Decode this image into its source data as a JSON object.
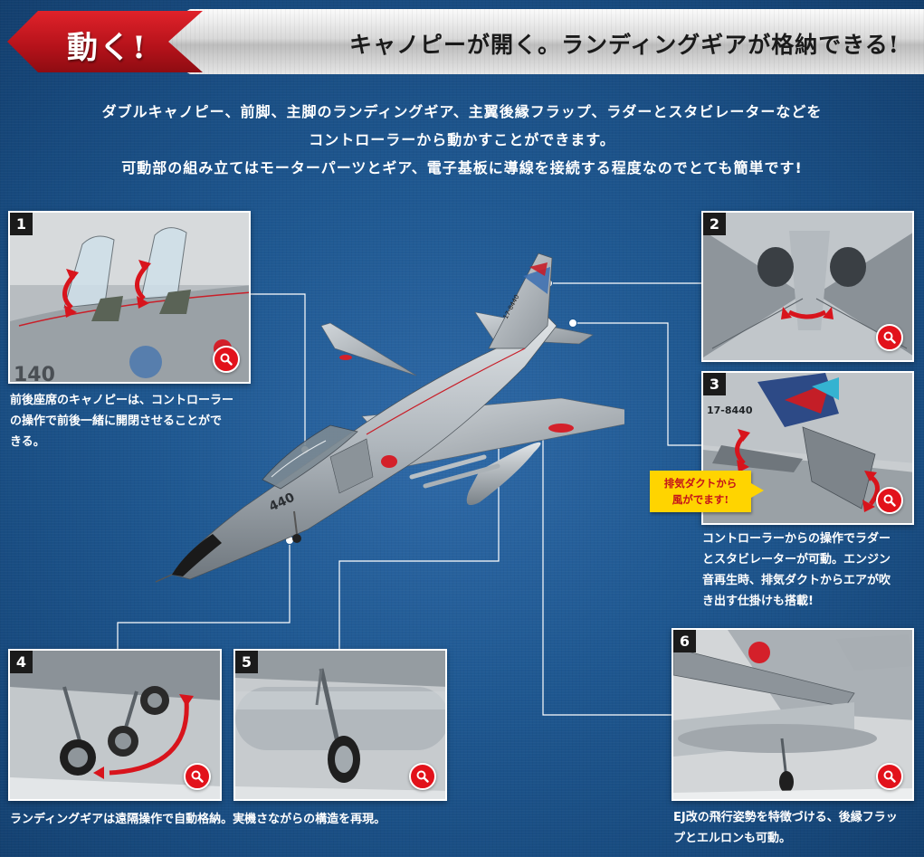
{
  "banner": {
    "tag": "動く!",
    "headline": "キャノピーが開く。ランディングギアが格納できる!"
  },
  "intro": {
    "lines": [
      "ダブルキャノピー、前脚、主脚のランディングギア、主翼後縁フラップ、ラダーとスタビレーターなどを",
      "コントローラーから動かすことができます。",
      "可動部の組み立てはモーターパーツとギア、電子基板に導線を接続する程度なのでとても簡単です!"
    ]
  },
  "aircraft": {
    "tail_number": "17-8440",
    "nose_number": "440"
  },
  "cards": {
    "c1": {
      "number": "1",
      "caption": [
        "前後座席のキャノピーは、コントローラー",
        "の操作で前後一緒に開閉させることがで",
        "きる。"
      ]
    },
    "c2": {
      "number": "2"
    },
    "c3": {
      "number": "3",
      "tail_text": "17-8440",
      "caption": [
        "コントローラーからの操作でラダー",
        "とスタビレーターが可動。エンジン",
        "音再生時、排気ダクトからエアが吹",
        "き出す仕掛けも搭載!"
      ]
    },
    "c4": {
      "number": "4"
    },
    "c5": {
      "number": "5"
    },
    "c45_caption": "ランディングギアは遠隔操作で自動格納。実機さながらの構造を再現。",
    "c6": {
      "number": "6",
      "caption": [
        "EJ改の飛行姿勢を特徴づける、後縁フラッ",
        "プとエルロンも可動。"
      ]
    }
  },
  "callout": {
    "lines": [
      "排気ダクトから",
      "風がでます!"
    ]
  },
  "colors": {
    "accent_red": "#d8141c",
    "callout_yellow": "#ffd400",
    "background_blue": "#1f5891"
  }
}
